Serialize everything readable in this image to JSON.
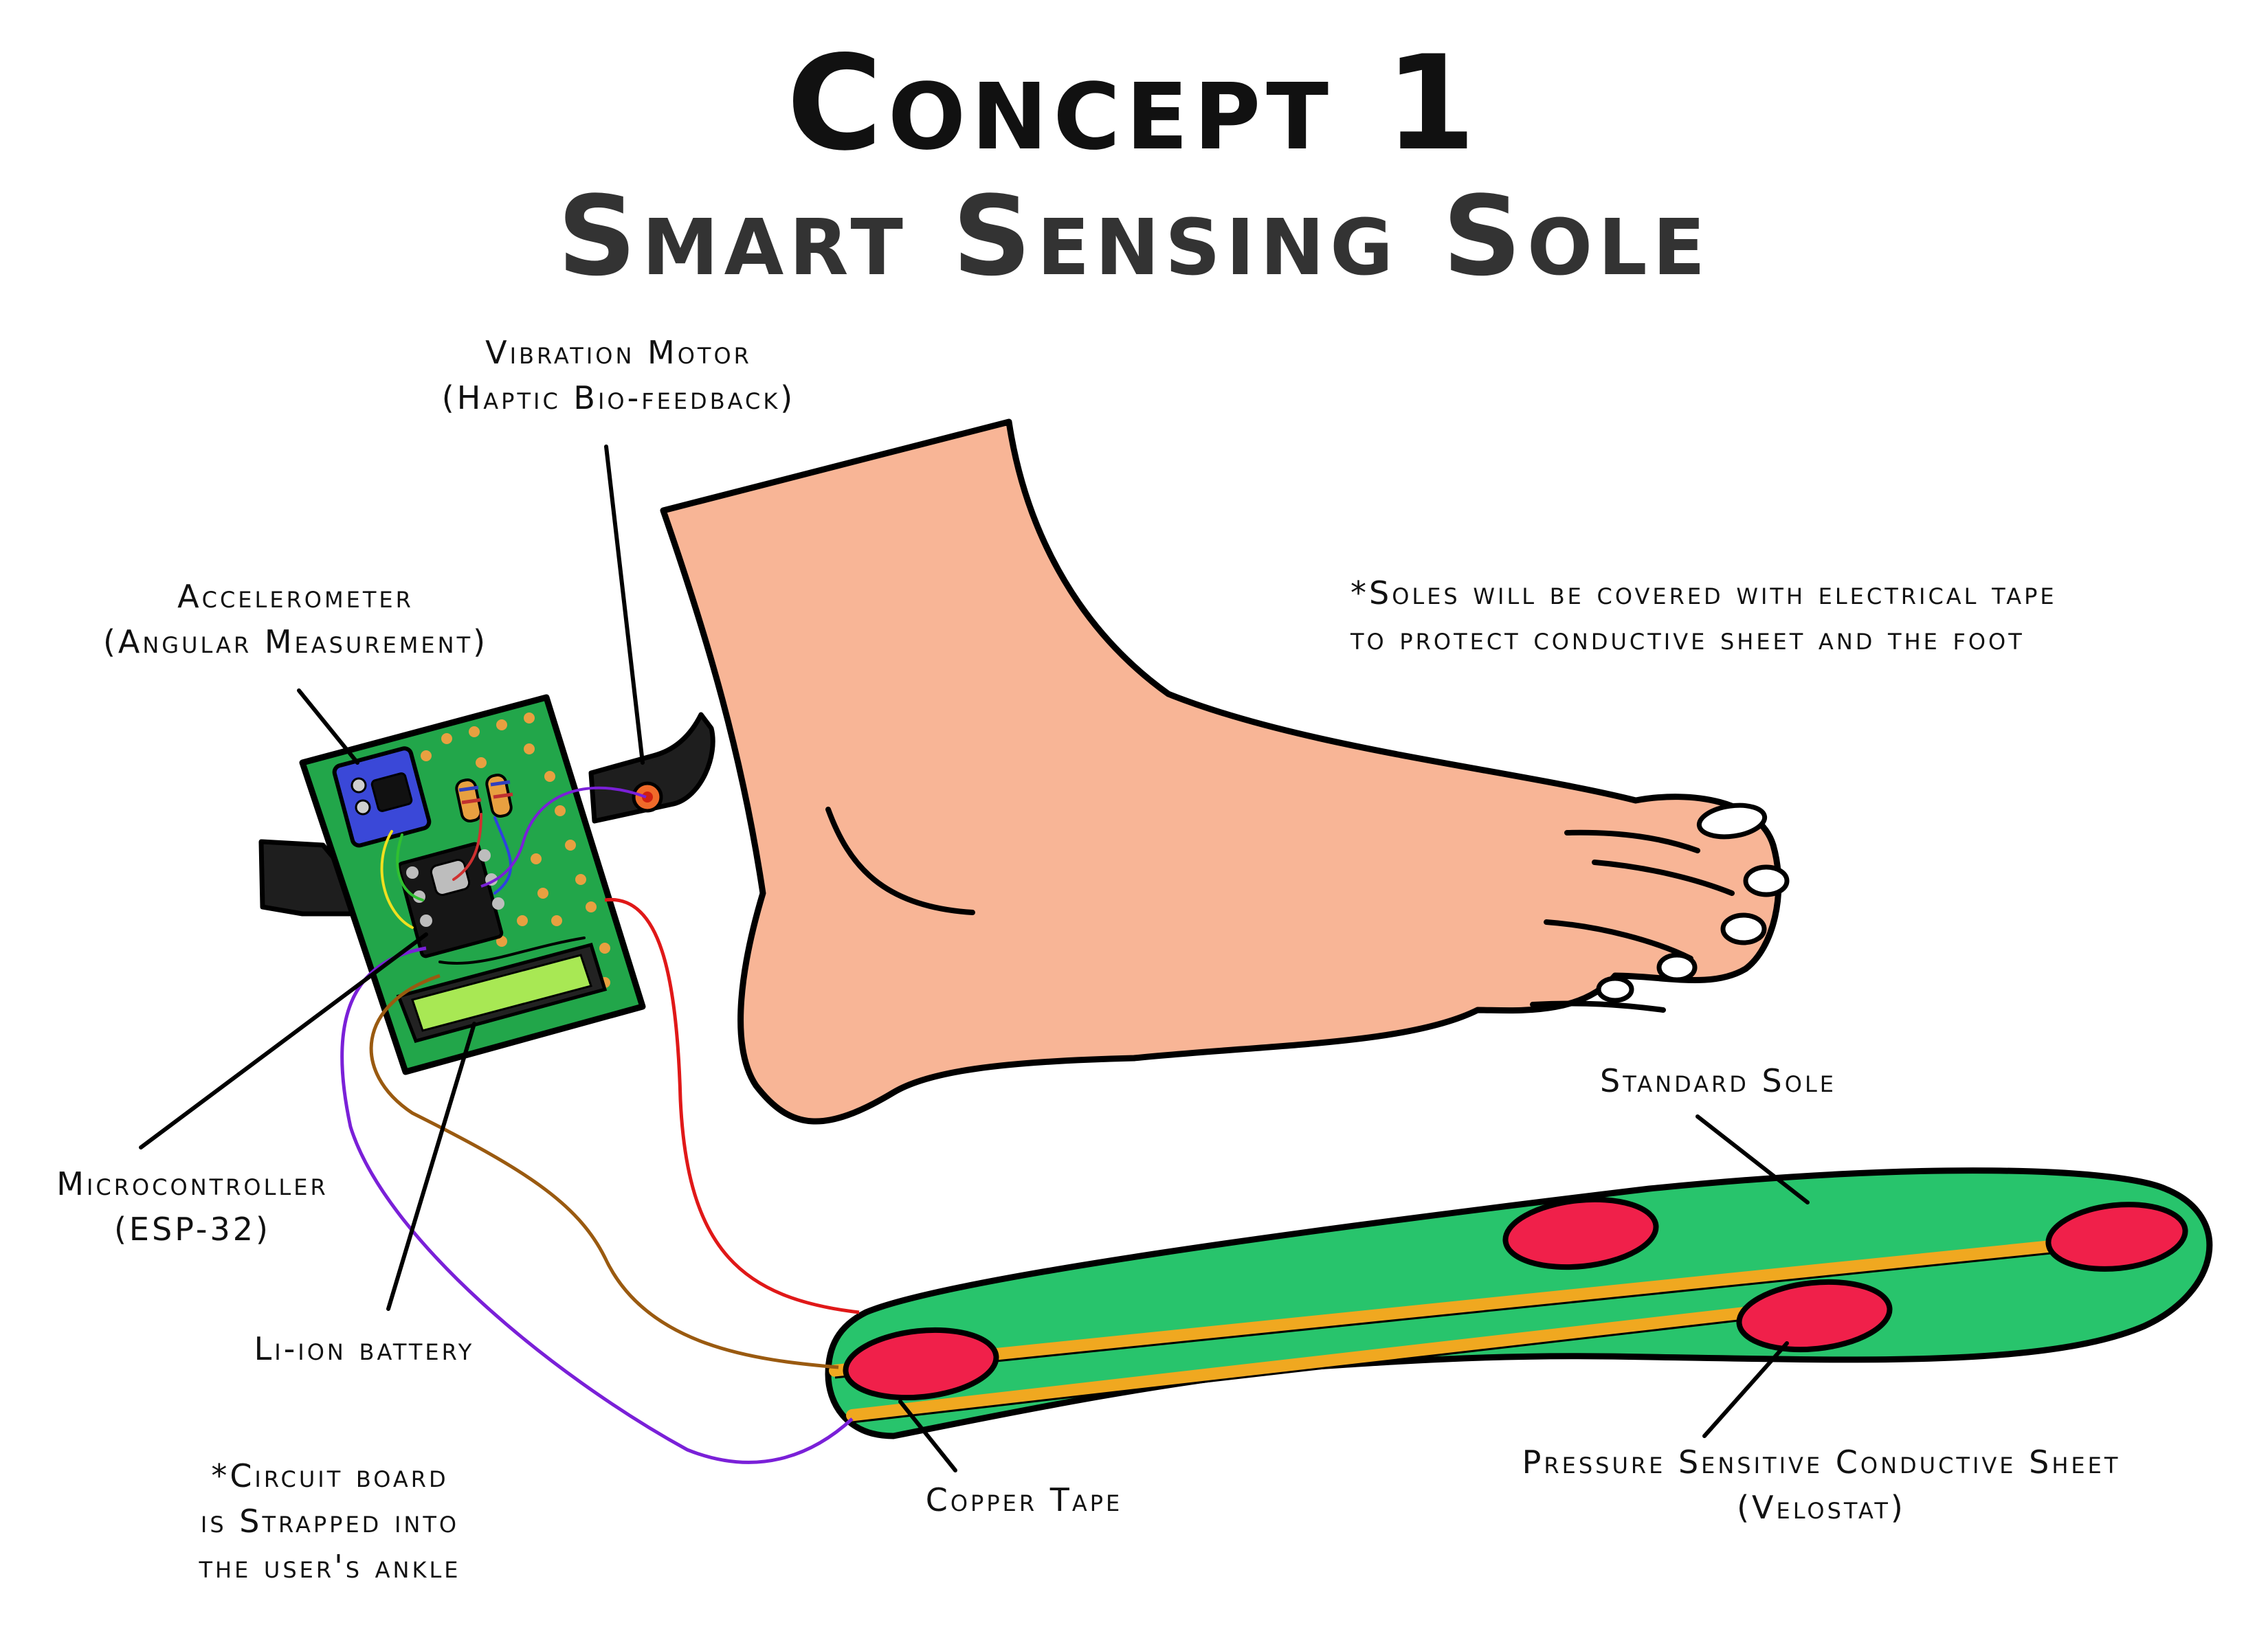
{
  "title": "Concept 1",
  "subtitle": "Smart Sensing Sole",
  "labels": {
    "vibration_motor": {
      "line1": "Vibration Motor",
      "line2": "(Haptic Bio-feedback)"
    },
    "accelerometer": {
      "line1": "Accelerometer",
      "line2": "(Angular Measurement)"
    },
    "microcontroller": {
      "line1": "Microcontroller",
      "line2": "(ESP-32)"
    },
    "battery": {
      "line1": "Li-ion battery"
    },
    "circuit_note": {
      "line1": "*Circuit board",
      "line2": "is Strapped into",
      "line3": "the user's ankle"
    },
    "copper_tape": {
      "line1": "Copper Tape"
    },
    "standard_sole": {
      "line1": "Standard Sole"
    },
    "pressure_sheet": {
      "line1": "Pressure Sensitive Conductive Sheet",
      "line2": "(Velostat)"
    },
    "soles_note": {
      "line1": "*Soles will be covered with electrical tape",
      "line2": "to protect conductive sheet and the foot"
    }
  },
  "colors": {
    "skin": "#f8b596",
    "sole": "#28c46c",
    "pads": "#f0204a",
    "copper": "#f0a820",
    "board": "#22a64a",
    "board_dots": "#e8a040",
    "strap": "#1e1e1e",
    "chip_blue": "#3a48d8",
    "battery": "#a8e854",
    "wire_red": "#e01818",
    "wire_brown": "#9a5a10",
    "wire_purple": "#7a20d8"
  }
}
